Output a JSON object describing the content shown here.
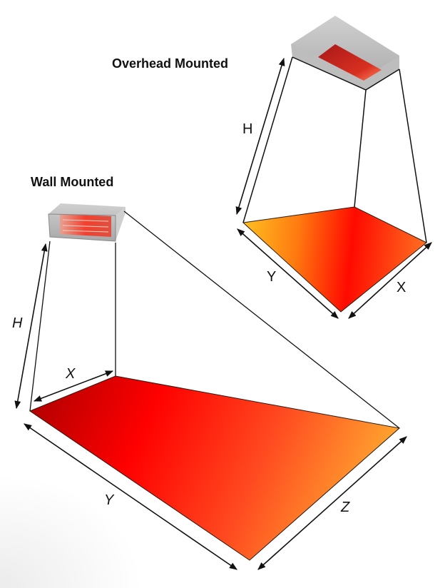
{
  "overhead": {
    "title": "Overhead Mounted",
    "labels": {
      "height": "H",
      "length": "Y",
      "width": "X"
    }
  },
  "wall": {
    "title": "Wall Mounted",
    "labels": {
      "height": "H",
      "depth": "X",
      "length": "Y",
      "width": "Z"
    }
  },
  "colors": {
    "heat_dark": "#c00000",
    "heat_red": "#ff0000",
    "heat_orange": "#ff6a1a",
    "heat_yellow": "#ffb020",
    "housing_grey": "#b8b8b8",
    "line": "#111111"
  }
}
